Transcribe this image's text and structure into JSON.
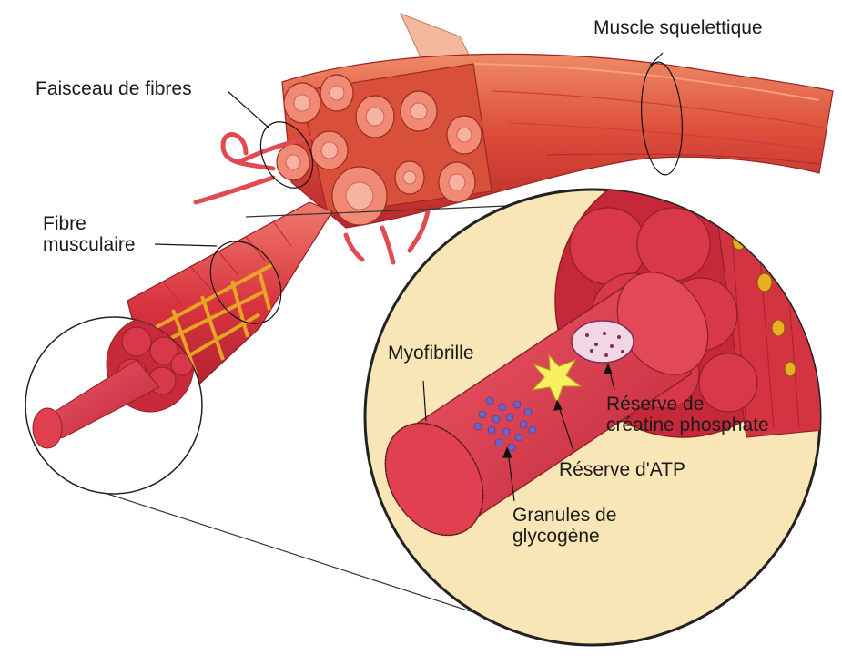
{
  "labels": {
    "skeletal_muscle": "Muscle squelettique",
    "fiber_bundle": "Faisceau de fibres",
    "muscle_fiber_line1": "Fibre",
    "muscle_fiber_line2": "musculaire",
    "myofibril": "Myofibrille",
    "creatine_line1": "Réserve de",
    "creatine_line2": "créatine phosphate",
    "atp_store": "Réserve d'ATP",
    "glycogen_line1": "Granules de",
    "glycogen_line2": "glycogène"
  },
  "colors": {
    "muscle_red": "#d8343f",
    "muscle_dark": "#a81f2c",
    "muscle_light": "#ea6a68",
    "bundle_orange": "#de5a3c",
    "sarcoplasm_yellow": "#e8a525",
    "zoom_background": "#f8e6b6",
    "glycogen_purple": "#6f63c9",
    "atp_star": "#f5f060",
    "creatine_pink": "#f2d6e4"
  }
}
